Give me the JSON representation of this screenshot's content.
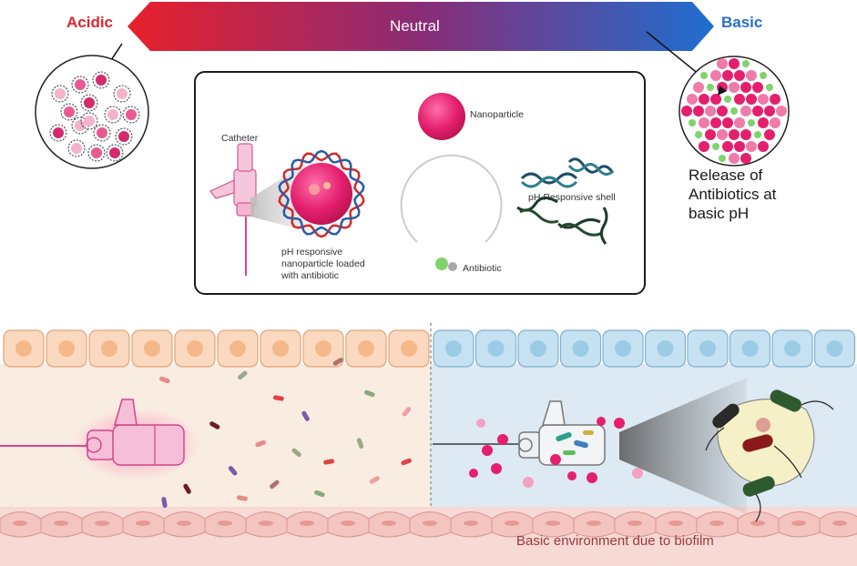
{
  "gradient": {
    "left_label": "Acidic",
    "center_label": "Neutral",
    "right_label": "Basic",
    "color_acidic": "#e0262f",
    "color_basic": "#2a6fc8"
  },
  "legend": {
    "catheter": "Catheter",
    "nanoparticle": "Nanoparticle",
    "shell": "pH Responsive shell",
    "loaded_line1": "pH responsive",
    "loaded_line2": "nanoparticle loaded",
    "loaded_line3": "with antibiotic",
    "antibiotic": "Antibiotic"
  },
  "release": {
    "line1": "Release of",
    "line2": "Antibiotics at",
    "line3": "basic pH"
  },
  "bottom": {
    "caption": "Basic environment due to biofilm"
  },
  "colors": {
    "nanoparticle": "#e41f6e",
    "antibiotic": "#7fd36b",
    "shell_red": "#d42a2a",
    "shell_blue": "#2b5aa8",
    "shell_dark": "#1d3a2c",
    "acidic_tissue": "#f8e8da",
    "basic_tissue": "#dbe8f3"
  }
}
